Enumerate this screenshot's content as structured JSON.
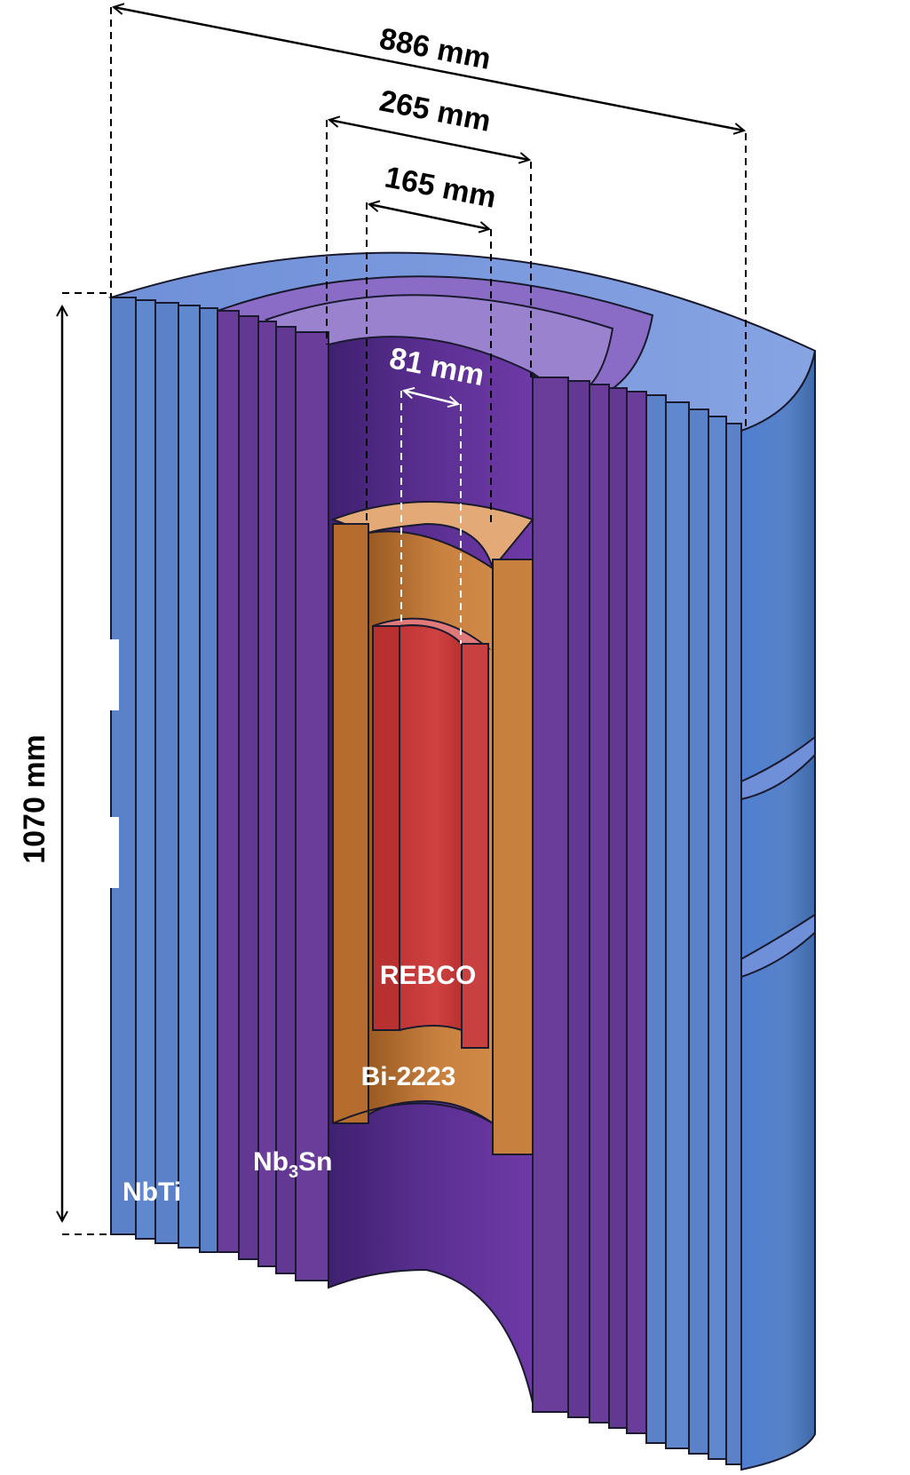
{
  "dimensions": {
    "outer_diameter": "886 mm",
    "nb3sn_diameter": "265 mm",
    "bi2223_diameter": "165 mm",
    "rebco_bore": "81 mm",
    "height": "1070 mm"
  },
  "materials": {
    "rebco": "REBCO",
    "bi2223": "Bi-2223",
    "nb3sn_prefix": "Nb",
    "nb3sn_subscript": "3",
    "nb3sn_suffix": "Sn",
    "nbti": "NbTi"
  },
  "colors": {
    "nbti": "#5b82c8",
    "nb3sn": "#6a3d9a",
    "bi2223": "#c8803f",
    "rebco": "#c83a3a"
  }
}
